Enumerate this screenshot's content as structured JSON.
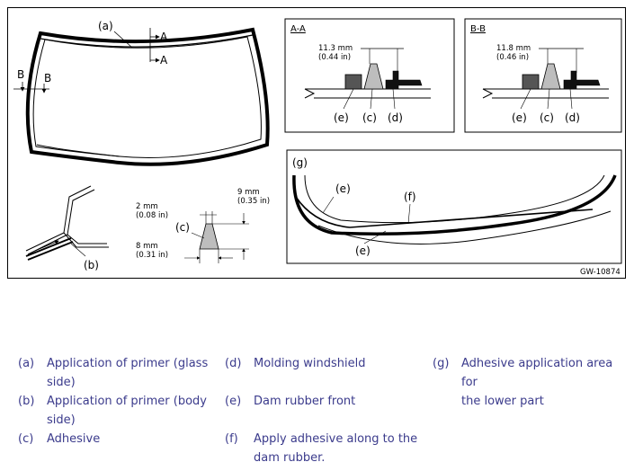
{
  "figure": {
    "labels": {
      "a": "(a)",
      "b": "(b)",
      "c": "(c)",
      "d": "(d)",
      "e": "(e)",
      "f": "(f)",
      "g": "(g)",
      "A": "A",
      "B": "B"
    },
    "section_aa": {
      "title": "A-A",
      "dim_mm": "11.3 mm",
      "dim_in": "(0.44 in)"
    },
    "section_bb": {
      "title": "B-B",
      "dim_mm": "11.8 mm",
      "dim_in": "(0.46 in)"
    },
    "bead": {
      "top_mm": "2 mm",
      "top_in": "(0.08 in)",
      "height_mm": "9 mm",
      "height_in": "(0.35 in)",
      "base_mm": "8 mm",
      "base_in": "(0.31 in)"
    },
    "code": "GW-10874"
  },
  "legend": [
    {
      "key": "(a)",
      "line1": "Application of primer (glass",
      "line2": "side)"
    },
    {
      "key": "(b)",
      "line1": "Application of primer (body",
      "line2": "side)"
    },
    {
      "key": "(c)",
      "line1": "Adhesive",
      "line2": ""
    },
    {
      "key": "(d)",
      "line1": "Molding windshield",
      "line2": ""
    },
    {
      "key": "(e)",
      "line1": "Dam rubber front",
      "line2": ""
    },
    {
      "key": "(f)",
      "line1": "Apply adhesive along to the",
      "line2": "dam rubber."
    },
    {
      "key": "(g)",
      "line1": "Adhesive application area for",
      "line2": "the lower part"
    }
  ],
  "colors": {
    "legend_text": "#3b3b8c",
    "adhesive_fill": "#bdbdbd",
    "dam_fill": "#555555"
  }
}
